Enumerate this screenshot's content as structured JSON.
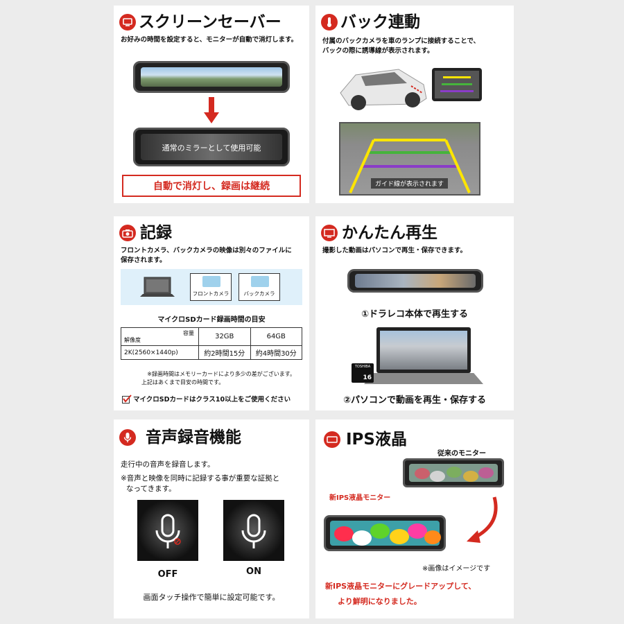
{
  "screensaver": {
    "title": "スクリーンセーバー",
    "desc": "お好みの時間を設定すると、モニターが自動で消灯します。",
    "mirror_text": "通常のミラーとして使用可能",
    "badge": "自動で消灯し、録画は継続",
    "icon": "screen-saver-icon"
  },
  "reverse": {
    "title": "バック連動",
    "desc1": "付属のバックカメラを車のランプに接続することで、",
    "desc2": "バックの際に誘導線が表示されます。",
    "guide_caption": "ガイド線が表示されます",
    "icon": "thermometer-icon"
  },
  "record": {
    "title": "記録",
    "desc1": "フロントカメラ、バックカメラの映像は別々のファイルに",
    "desc2": "保存されます。",
    "front_folder": "フロントカメラ",
    "back_folder": "バックカメラ",
    "table_title": "マイクロSDカード録画時間の目安",
    "table": {
      "header_capacity": "容量",
      "header_resolution": "解像度",
      "cols": [
        "32GB",
        "64GB"
      ],
      "row_label": "2K(2560×1440p)",
      "row_values": [
        "約2時間15分",
        "約4時間30分"
      ]
    },
    "note1": "※録画時間はメモリーカードにより多少の差がございます。",
    "note2": "上記はあくまで目安の時間です。",
    "check_text": "マイクロSDカードはクラス10以上をご使用ください",
    "icon": "camera-icon"
  },
  "playback": {
    "title": "かんたん再生",
    "desc": "撮影した動画はパソコンで再生・保存できます。",
    "step1": "①ドラレコ本体で再生する",
    "step2": "②パソコンで動画を再生・保存する",
    "card_brand": "TOSHIBA",
    "card_capacity": "16",
    "icon": "monitor-icon"
  },
  "audio": {
    "title": "音声録音機能",
    "desc1": "走行中の音声を録音します。",
    "desc2": "※音声と映像を同時に記録する事が重要な証拠と",
    "desc3": "なってきます。",
    "off_label": "OFF",
    "on_label": "ON",
    "footer": "画面タッチ操作で簡単に設定可能です。",
    "icon": "microphone-icon"
  },
  "ips": {
    "title": "IPS液晶",
    "old_label": "従来のモニター",
    "new_label": "新IPS液晶モニター",
    "image_note": "※画像はイメージです",
    "footer1": "新IPS液晶モニターにグレードアップして、",
    "footer2": "より鮮明になりました。",
    "icon": "display-icon"
  },
  "colors": {
    "accent": "#d42a20",
    "folder": "#9fd1ec",
    "guide_yellow": "#ffe500",
    "guide_green": "#46b43c",
    "guide_purple": "#8a3cc8"
  }
}
